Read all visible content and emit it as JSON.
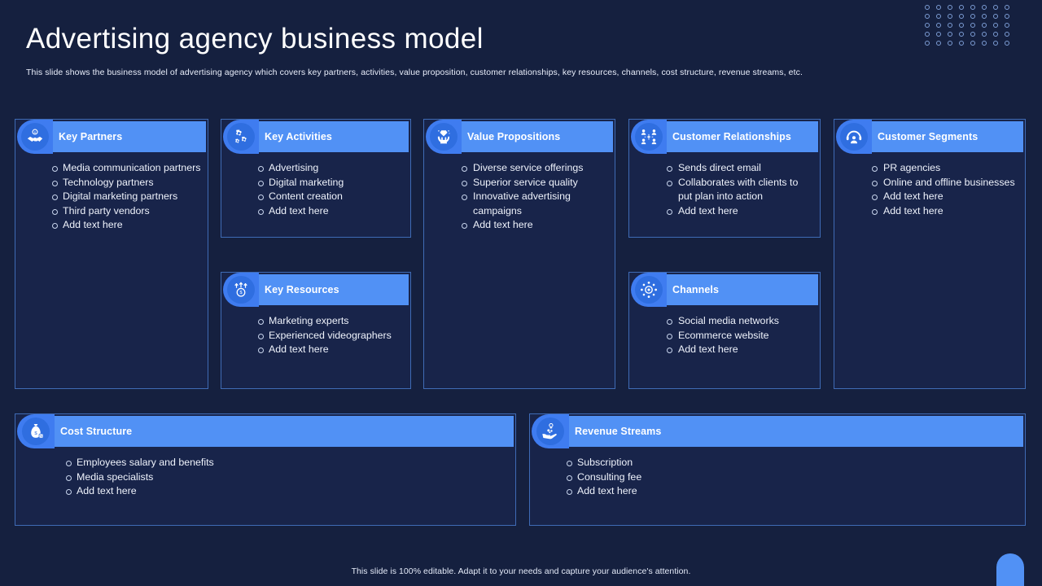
{
  "header": {
    "title": "Advertising agency business model",
    "subtitle": "This slide shows the business model of advertising agency which covers key partners, activities, value proposition, customer relationships, key resources, channels, cost structure, revenue streams, etc."
  },
  "footer": {
    "note": "This slide is 100% editable. Adapt it to your needs and capture your audience's attention."
  },
  "theme": {
    "background": "#15203f",
    "card_bg": "#18244a",
    "card_border": "#3f6bb5",
    "accent": "#5191f5",
    "icon_circle": "#2f6ee0",
    "text": "#eef2fb"
  },
  "decor": {
    "dot_grid_columns": 8,
    "dot_grid_rows": 5,
    "corner_arch": "arch-shape"
  },
  "cards": {
    "key_partners": {
      "title": "Key Partners",
      "icon": "handshake-coin-icon",
      "items": [
        "Media communication partners",
        "Technology partners",
        "Digital marketing partners",
        "Third party vendors",
        "Add text here"
      ]
    },
    "key_activities": {
      "title": "Key Activities",
      "icon": "gears-icon",
      "items": [
        "Advertising",
        "Digital marketing",
        "Content creation",
        "Add text here"
      ]
    },
    "key_resources": {
      "title": "Key Resources",
      "icon": "coin-arrows-icon",
      "items": [
        "Marketing experts",
        "Experienced videographers",
        "Add text here"
      ]
    },
    "value_propositions": {
      "title": "Value Propositions",
      "icon": "diamond-in-hands-icon",
      "items": [
        "Diverse service offerings",
        "Superior service quality",
        "Innovative advertising campaigns",
        "Add text here"
      ]
    },
    "customer_relationships": {
      "title": "Customer Relationships",
      "icon": "people-network-icon",
      "items": [
        "Sends direct email",
        "Collaborates with clients to put plan into action",
        "Add text here"
      ]
    },
    "channels": {
      "title": "Channels",
      "icon": "network-hub-icon",
      "items": [
        "Social media networks",
        "Ecommerce website",
        "Add text here"
      ]
    },
    "customer_segments": {
      "title": "Customer Segments",
      "icon": "customer-support-icon",
      "items": [
        "PR agencies",
        "Online and offline businesses",
        "Add text here",
        "Add text here"
      ]
    },
    "cost_structure": {
      "title": "Cost Structure",
      "icon": "money-bag-icon",
      "items": [
        "Employees salary and benefits",
        "Media specialists",
        "Add text here"
      ]
    },
    "revenue_streams": {
      "title": "Revenue Streams",
      "icon": "hand-money-icon",
      "items": [
        "Subscription",
        "Consulting fee",
        "Add text here"
      ]
    }
  }
}
